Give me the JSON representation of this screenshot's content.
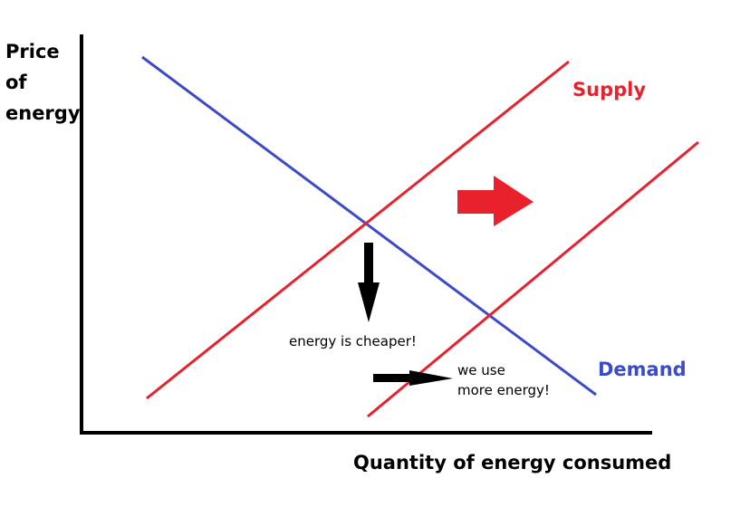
{
  "axes": {
    "y_label_lines": [
      "Price",
      "of",
      "energy"
    ],
    "x_label": "Quantity of energy consumed"
  },
  "curves": {
    "supply_label": "Supply",
    "demand_label": "Demand"
  },
  "annotations": {
    "price_note": "energy is cheaper!",
    "quantity_note_lines": [
      "we use",
      "more energy!"
    ]
  },
  "colors": {
    "supply": "#e8212d",
    "demand": "#3c4bc8",
    "axis": "#000000",
    "arrow_shift": "#e8212d",
    "arrow_effect": "#000000"
  }
}
